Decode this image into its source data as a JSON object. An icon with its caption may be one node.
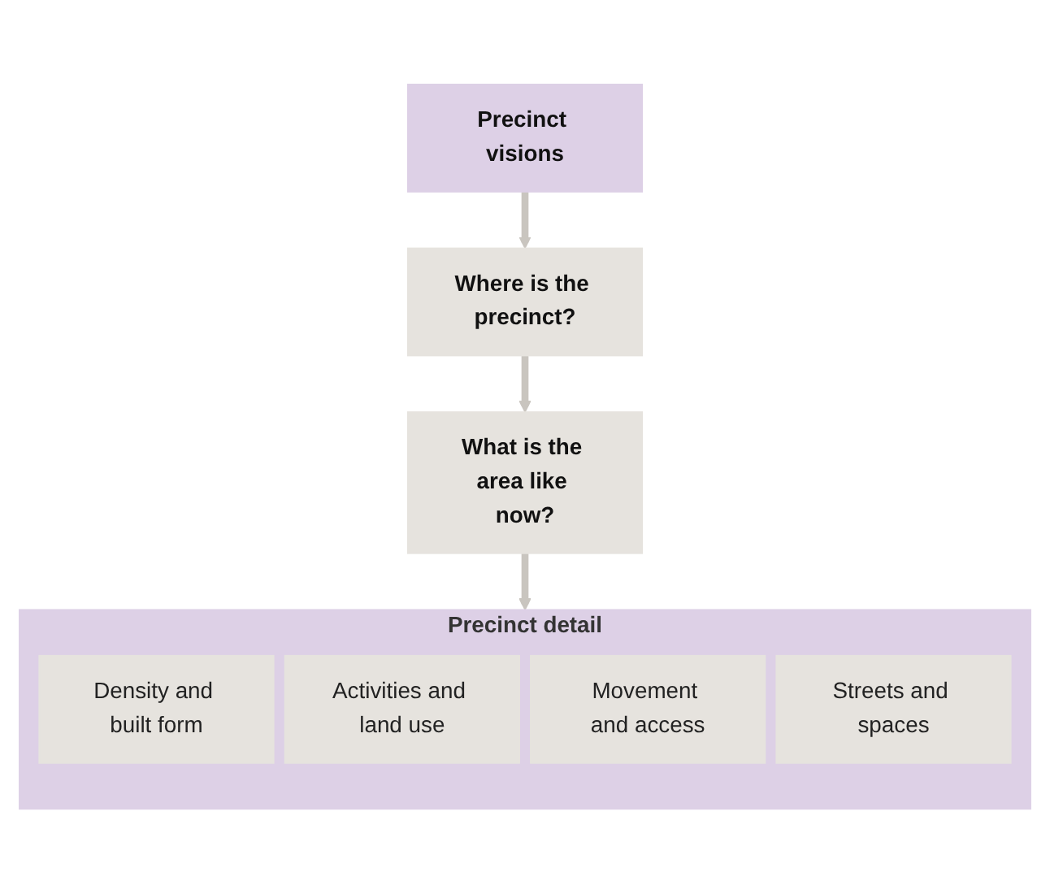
{
  "diagram": {
    "nodes": [
      {
        "text": [
          "Precinct visions"
        ]
      },
      {
        "text": [
          "Where is the precinct?"
        ]
      },
      {
        "text": [
          "What is the area like now?"
        ]
      },
      {
        "text": [
          "Precinct detail"
        ]
      },
      {
        "text": [
          "Density and built form"
        ],
        "in": 3
      },
      {
        "text": [
          "Activities and land use"
        ],
        "in": 3
      },
      {
        "text": [
          "Movement and access"
        ],
        "in": 3
      },
      {
        "text": [
          "Streets and spaces"
        ],
        "in": 3
      }
    ],
    "edges": [
      {
        "from": 0,
        "to": 1,
        "arrow": "to"
      },
      {
        "from": 1,
        "to": 2,
        "arrow": "to"
      },
      {
        "from": 2,
        "to": 3,
        "arrow": "to"
      }
    ]
  }
}
